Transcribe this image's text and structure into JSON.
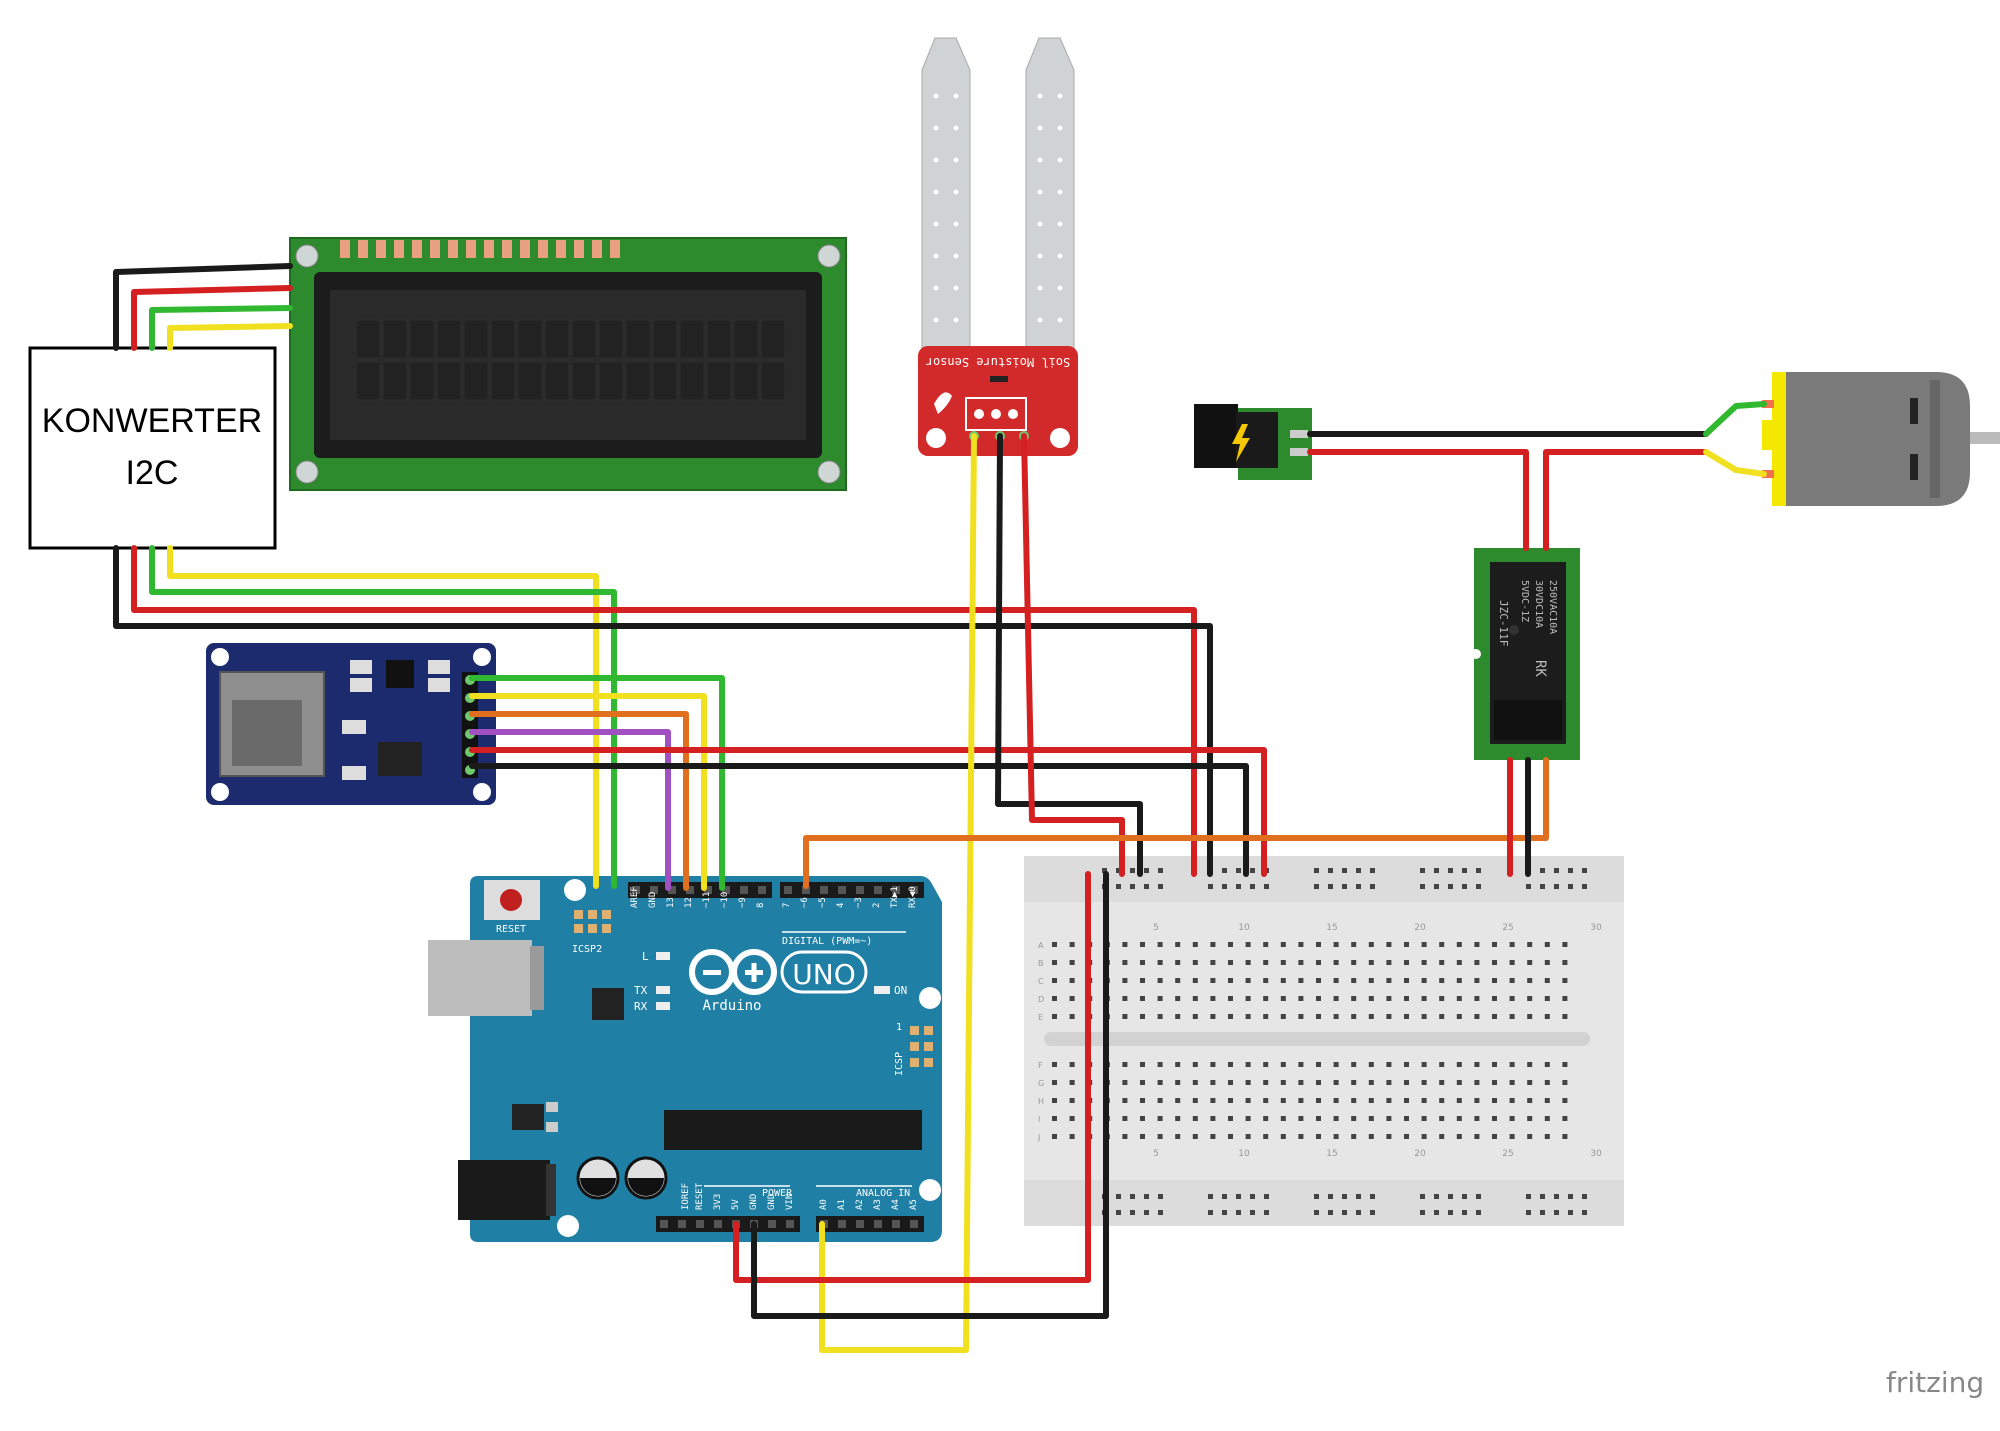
{
  "converter": {
    "line1": "KONWERTER",
    "line2": "I2C"
  },
  "soil_sensor": {
    "label": "Soil Moisture Sensor"
  },
  "arduino": {
    "reset": "RESET",
    "icsp2": "ICSP2",
    "digital": "DIGITAL (PWM=~)",
    "aref": "AREF",
    "gnd": "GND",
    "d13": "13",
    "d12": "12",
    "d11": "~11",
    "d10": "~10",
    "d9": "~9",
    "d8": "8",
    "d7": "7",
    "d6": "~6",
    "d5": "~5",
    "d4": "4",
    "d3": "~3",
    "d2": "2",
    "tx1": "TX▶1",
    "rx0": "RX◀0",
    "l": "L",
    "tx": "TX",
    "rx": "RX",
    "on": "ON",
    "uno": "UNO",
    "brand": "Arduino",
    "icsp": "ICSP",
    "icsp_pin": "1",
    "power": "POWER",
    "analog_in": "ANALOG IN",
    "ioref": "IOREF",
    "reset_pin": "RESET",
    "v33": "3V3",
    "v5": "5V",
    "gnd1": "GND",
    "gnd2": "GND",
    "vin": "VIN",
    "a0": "A0",
    "a1": "A1",
    "a2": "A2",
    "a3": "A3",
    "a4": "A4",
    "a5": "A5"
  },
  "breadboard": {
    "cols": [
      "5",
      "10",
      "15",
      "20",
      "25",
      "30"
    ],
    "rows_top": [
      "A",
      "B",
      "C",
      "D",
      "E"
    ],
    "rows_bottom": [
      "F",
      "G",
      "H",
      "I",
      "J"
    ]
  },
  "relay": {
    "model": "JZC-11F",
    "line1": "5VDC-1Z",
    "line2": "30VDC10A",
    "line3": "250VAC10A",
    "line4": "RK"
  },
  "watermark": "fritzing",
  "colors": {
    "wire_red": "#d42020",
    "wire_black": "#1a1a1a",
    "wire_yellow": "#f0e020",
    "wire_green": "#30b830",
    "wire_orange": "#e07020",
    "wire_purple": "#a050c0",
    "arduino_board": "#1f7fa5",
    "lcd_pcb": "#2d8a2d",
    "sd_pcb": "#1c2a6e",
    "sensor_pcb": "#d22a2a",
    "relay_pcb": "#2d8a2d",
    "motor_body": "#7a7a7a",
    "breadboard": "#e6e6e6"
  }
}
